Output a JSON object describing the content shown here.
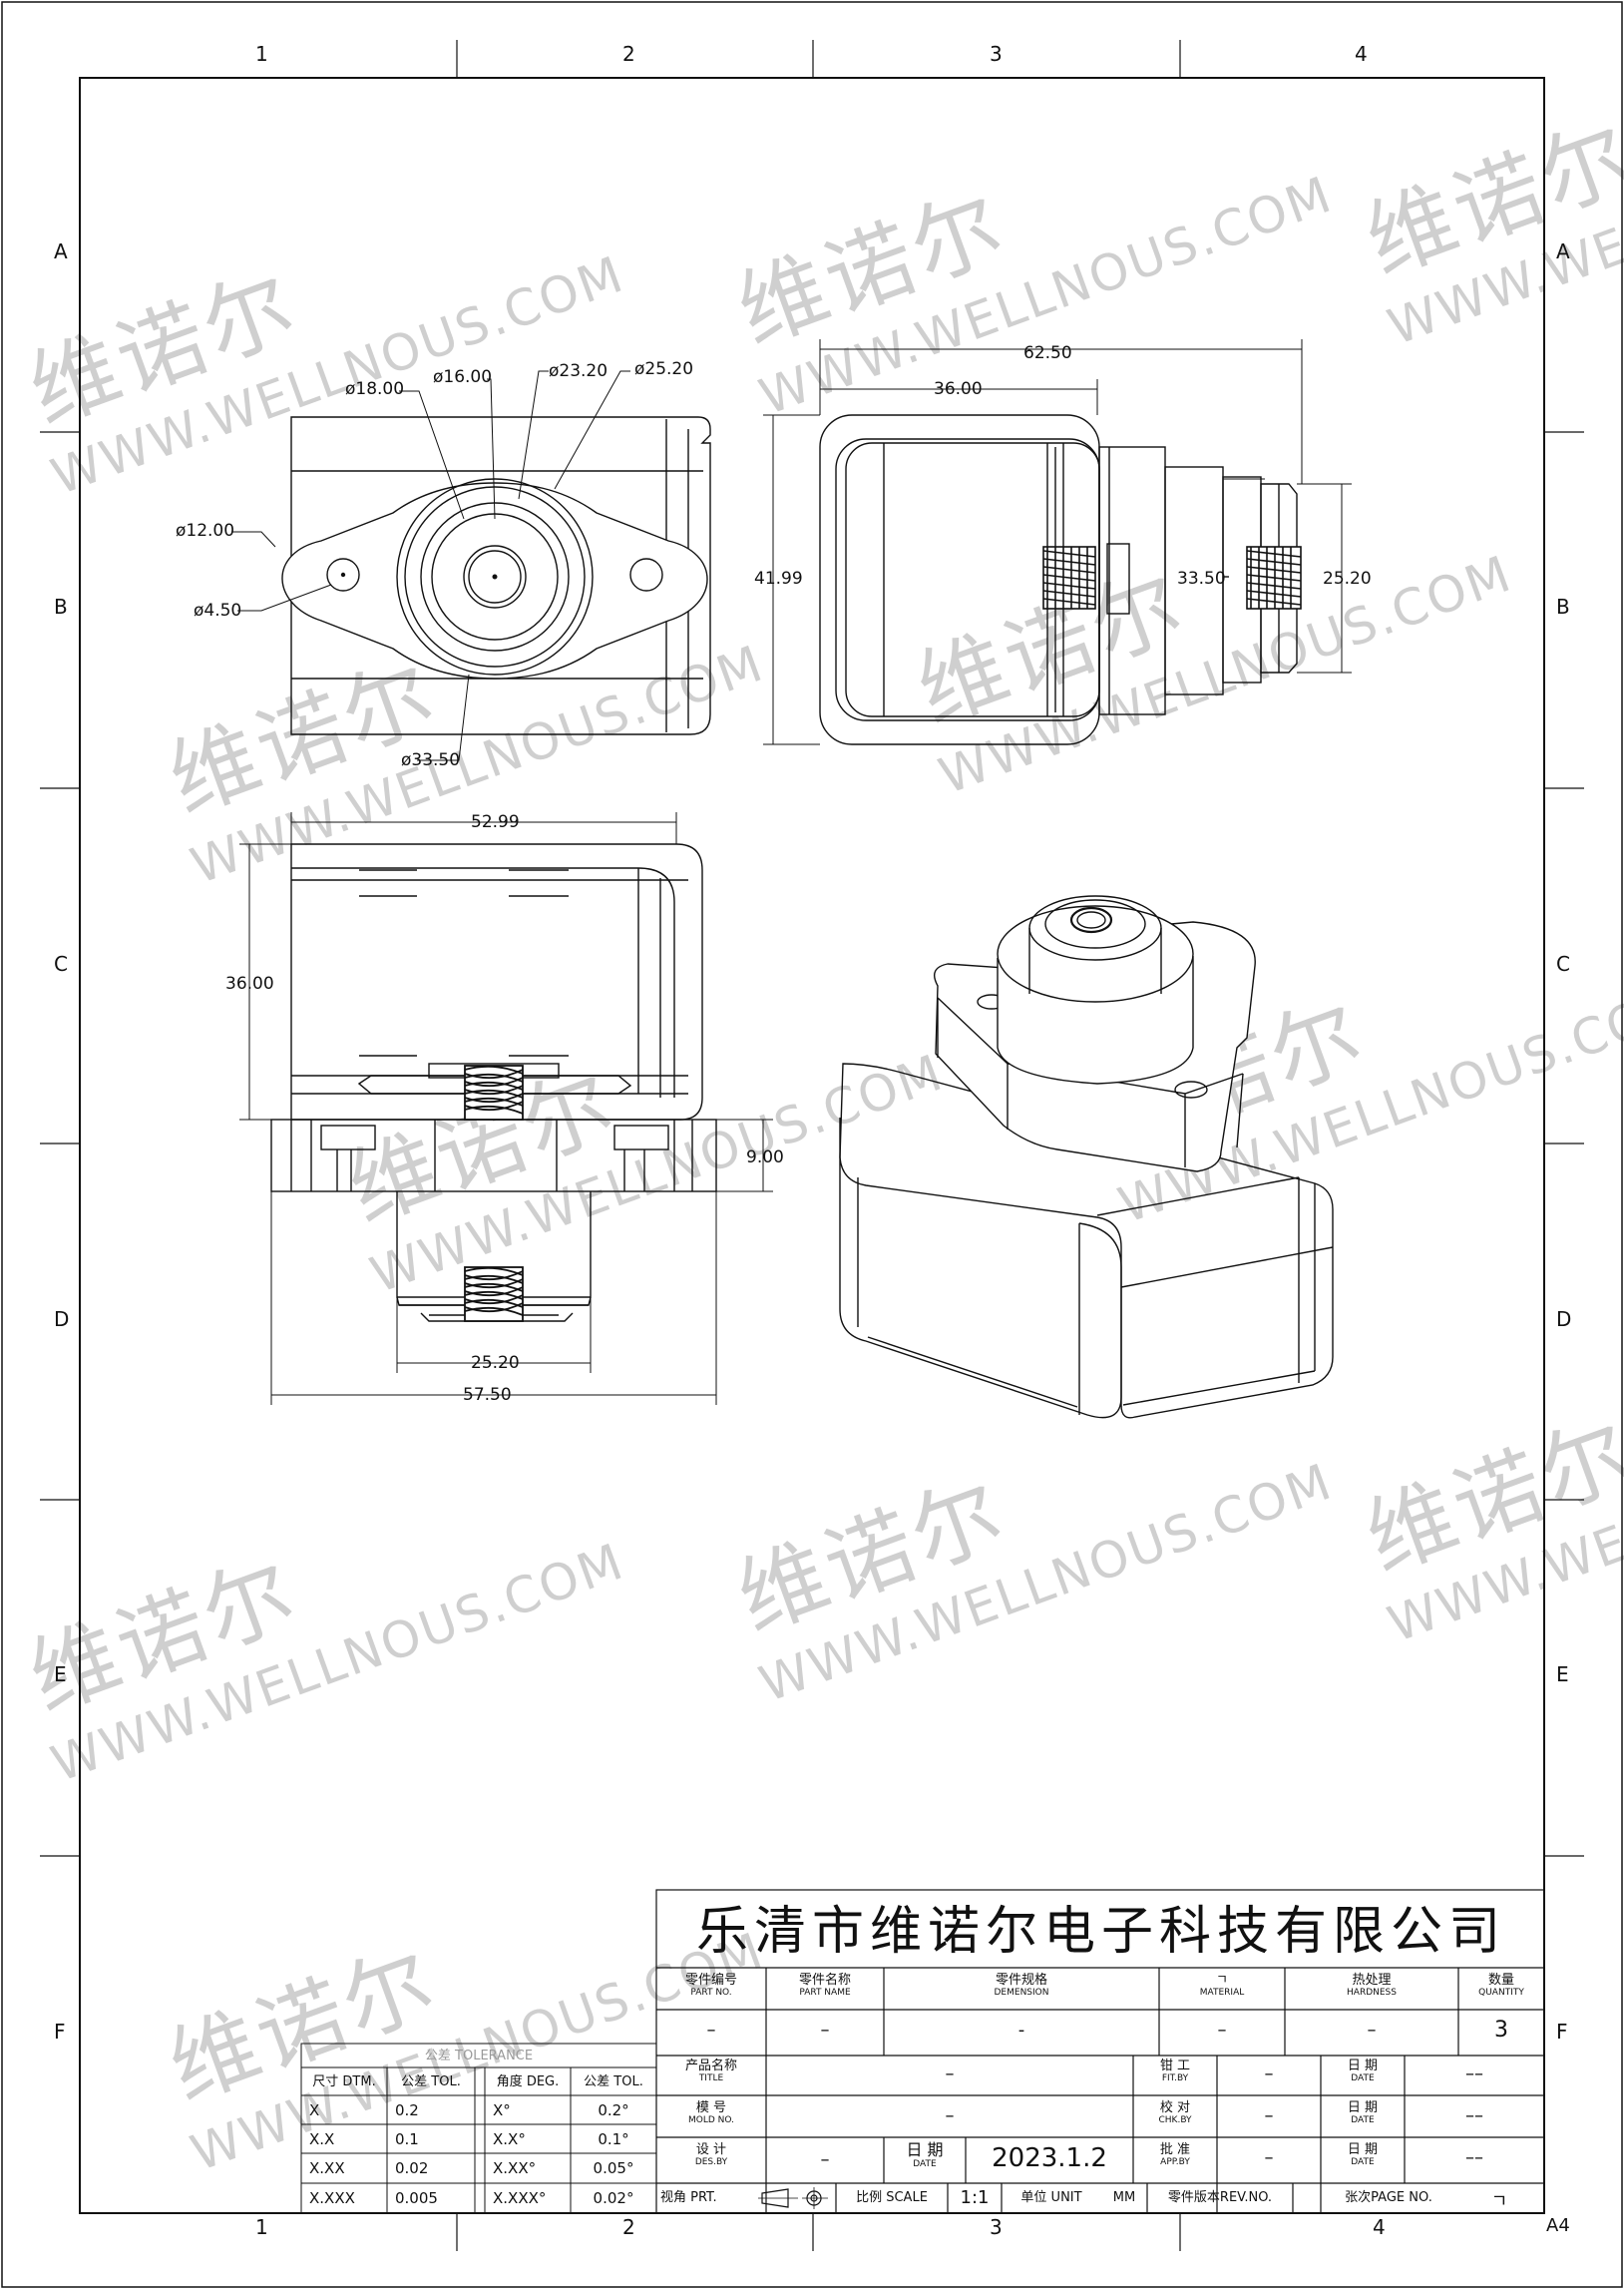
{
  "grid": {
    "columns": [
      "1",
      "2",
      "3",
      "4"
    ],
    "rows": [
      "A",
      "B",
      "C",
      "D",
      "E",
      "F"
    ],
    "sheet_size": "A4"
  },
  "watermark": {
    "cn": "维诺尔",
    "en": "WWW.WELLNOUS.COM"
  },
  "dimensions": {
    "d18": "ø18.00",
    "d16": "ø16.00",
    "d23": "ø23.20",
    "d25": "ø25.20",
    "d12": "ø12.00",
    "d4_5": "ø4.50",
    "d33_5": "ø33.50",
    "w62_5": "62.50",
    "w36": "36.00",
    "h41_99": "41.99",
    "h33_5": "33.50",
    "h25_2": "25.20",
    "w52_99": "52.99",
    "h36": "36.00",
    "h9": "9.00",
    "w25_2": "25.20",
    "w57_5": "57.50"
  },
  "title_block": {
    "company": "乐清市维诺尔电子科技有限公司",
    "headers": [
      {
        "cn": "零件编号",
        "en": "PART NO."
      },
      {
        "cn": "零件名称",
        "en": "PART NAME"
      },
      {
        "cn": "零件规格",
        "en": "DEMENSION"
      },
      {
        "cn": "ㄱ",
        "en": "MATERIAL"
      },
      {
        "cn": "热处理",
        "en": "HARDNESS"
      },
      {
        "cn": "数量",
        "en": "QUANTITY"
      }
    ],
    "header_values": [
      "–",
      "–",
      "-",
      "–",
      "–",
      "3"
    ],
    "title_label": {
      "cn": "产品名称",
      "en": "TITLE"
    },
    "title_value": "–",
    "mold_label": {
      "cn": "模 号",
      "en": "MOLD NO."
    },
    "mold_value": "–",
    "design_label": {
      "cn": "设 计",
      "en": "DES.BY"
    },
    "design_value": "–",
    "date_label": {
      "cn": "日 期",
      "en": "DATE"
    },
    "date_value": "2023.1.2",
    "fit_label": {
      "cn": "钳 工",
      "en": "FIT.BY"
    },
    "fit_value": "–",
    "check_label": {
      "cn": "校 对",
      "en": "CHK.BY"
    },
    "check_value": "–",
    "approve_label": {
      "cn": "批 准",
      "en": "APP.BY"
    },
    "approve_value": "–",
    "date_rows": [
      "––",
      "––",
      "––"
    ],
    "view_label": "视角 PRT.",
    "scale_label": "比例 SCALE",
    "scale_value": "1:1",
    "unit_label": "单位 UNIT",
    "unit_value": "MM",
    "rev_label": "零件版本REV.NO.",
    "page_label": "张次PAGE NO.",
    "page_value": "ㄱ"
  },
  "tolerance": {
    "title": "公差 TOLERANCE",
    "headers": [
      "尺寸 DTM.",
      "公差 TOL.",
      "角度 DEG.",
      "公差 TOL."
    ],
    "rows": [
      [
        "X",
        "0.2",
        "X°",
        "0.2°"
      ],
      [
        "X.X",
        "0.1",
        "X.X°",
        "0.1°"
      ],
      [
        "X.XX",
        "0.02",
        "X.XX°",
        "0.05°"
      ],
      [
        "X.XXX",
        "0.005",
        "X.XXX°",
        "0.02°"
      ]
    ]
  }
}
